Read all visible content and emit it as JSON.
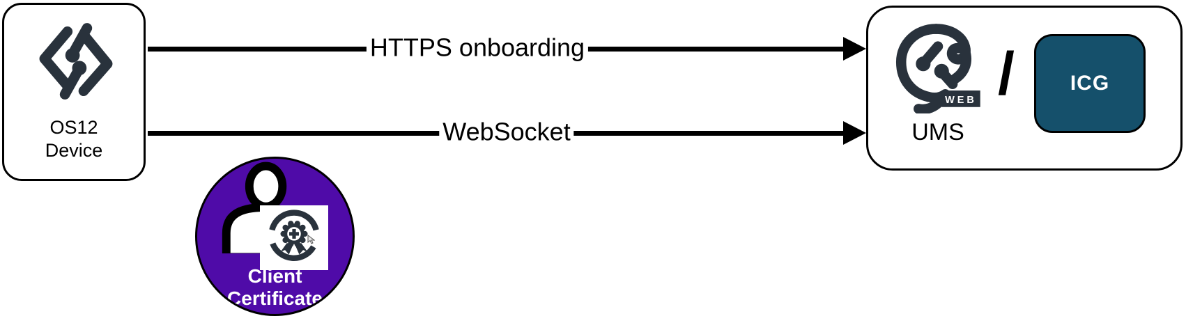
{
  "diagram": {
    "device_box": {
      "title_lines": [
        "OS12",
        "Device"
      ]
    },
    "arrows": [
      {
        "label": "HTTPS onboarding",
        "direction": "left-to-right"
      },
      {
        "label": "WebSocket",
        "direction": "left-to-right"
      }
    ],
    "certificate_badge": {
      "title_lines": [
        "Client",
        "Certificate"
      ]
    },
    "server_box": {
      "web_badge": "WEB",
      "separator": "/",
      "icg_label": "ICG",
      "title": "UMS"
    },
    "colors": {
      "logo_dark": "#29323C",
      "certificate_purple": "#4F0BA8",
      "icg_teal": "#15506B",
      "line_black": "#000000"
    }
  }
}
